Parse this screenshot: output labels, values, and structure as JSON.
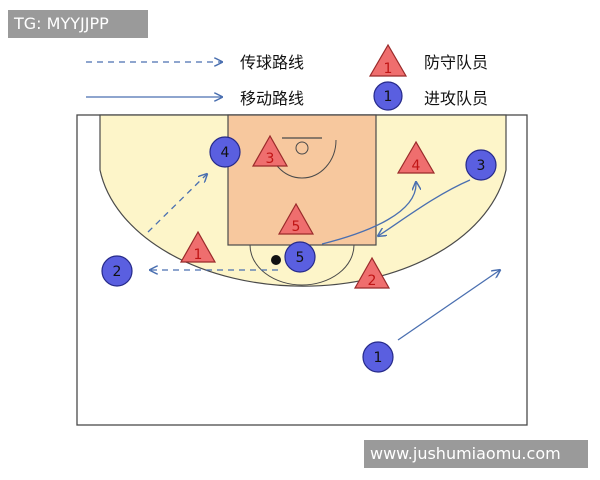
{
  "watermark": {
    "tag": "TG: MYYJJPP",
    "url": "www.jushumiaomu.com"
  },
  "legend": {
    "pass_route": "传球路线",
    "move_route": "移动路线",
    "defender": "防守队员",
    "defender_sample": "1",
    "attacker": "进攻队员",
    "attacker_sample": "1"
  },
  "players": {
    "attackers": [
      {
        "label": "1"
      },
      {
        "label": "2"
      },
      {
        "label": "3"
      },
      {
        "label": "4"
      },
      {
        "label": "5"
      }
    ],
    "defenders": [
      {
        "label": "1"
      },
      {
        "label": "2"
      },
      {
        "label": "3"
      },
      {
        "label": "4"
      },
      {
        "label": "5"
      }
    ]
  },
  "colors": {
    "court_fill": "#fdf5c9",
    "paint_fill": "#f7c89e",
    "line": "#4a4a4a",
    "route": "#4a6fb0",
    "attacker_fill": "#5a5fe0",
    "attacker_stroke": "#262a8a",
    "defender_fill": "#ef6e6e",
    "defender_stroke": "#9a2a2a",
    "label_dark": "#111111",
    "label_red": "#c01515"
  },
  "icons": {
    "pass": "dashed-arrow",
    "move": "solid-arrow",
    "defender": "red-triangle",
    "attacker": "blue-circle",
    "ball": "black-dot"
  }
}
